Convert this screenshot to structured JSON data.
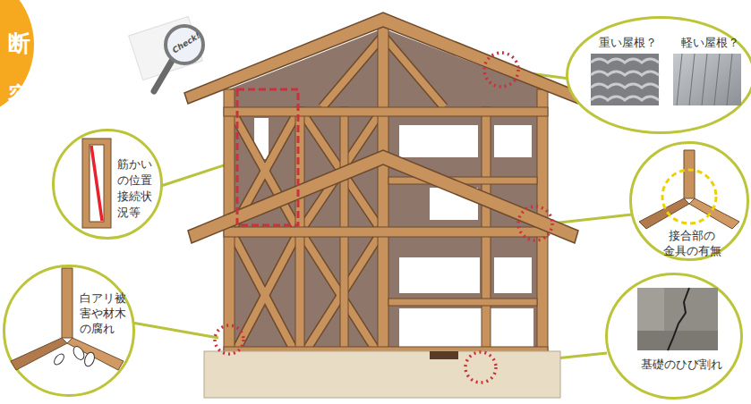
{
  "diagram": {
    "nodes": [
      {
        "text": [
          "断 容"
        ]
      },
      {
        "text": [
          "重い屋根？",
          "軽い屋根？"
        ]
      },
      {
        "text": [
          "筋かい の位置 接続状 況等"
        ]
      },
      {
        "text": [
          "接合部の 金具の有無"
        ]
      },
      {
        "text": [
          "白アリ被 害や材木 の腐れ"
        ]
      },
      {
        "text": [
          "基礎のひび割れ"
        ]
      }
    ],
    "labels": [
      "Check!"
    ]
  }
}
